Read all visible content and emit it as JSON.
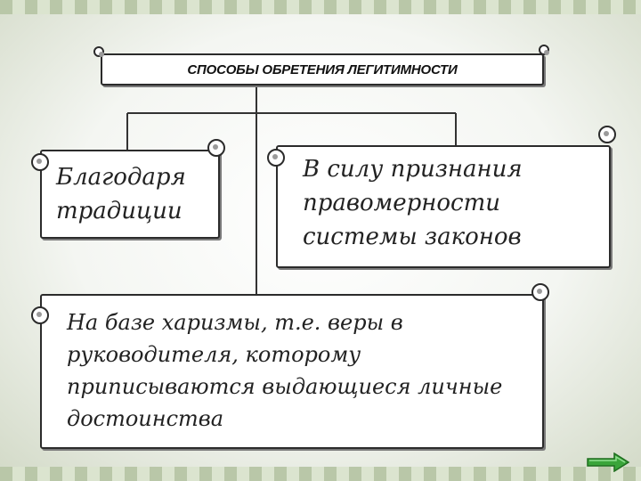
{
  "diagram": {
    "title": "СПОСОБЫ ОБРЕТЕНИЯ ЛЕГИТИМНОСТИ",
    "boxes": [
      {
        "lines": [
          "Благодаря",
          "традиции"
        ]
      },
      {
        "lines": [
          "В силу признания",
          "правомерности",
          "системы законов"
        ]
      },
      {
        "lines": [
          "На базе харизмы, т.е. веры в",
          "руководителя, которому",
          "приписываются выдающиеся личные",
          "достоинства"
        ]
      }
    ]
  },
  "colors": {
    "accent_stripe": "#b9c7a8",
    "arrow": "#3aa53a"
  },
  "icons": {
    "next": "right-arrow-icon"
  }
}
